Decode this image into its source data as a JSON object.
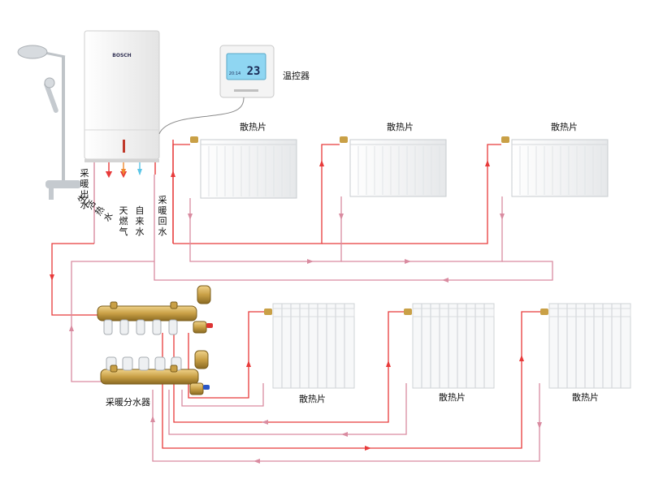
{
  "labels": {
    "thermostat": "温控器",
    "radiator": "散热片",
    "manifold": "采暖分水器",
    "heating_out": "采暖出水",
    "hot_water": "生活热水",
    "gas": "天燃气",
    "tap_water": "自来水",
    "heating_return": "采暖回水"
  },
  "thermostat_display": {
    "temperature": "23",
    "small_text": "20:14"
  },
  "boiler_brand": "BOSCH",
  "colors": {
    "supply_pipe": "#e83a3a",
    "return_pipe": "#d98ba0",
    "gas_arrow": "#f08a30",
    "water_arrow": "#5cc6e8",
    "brass": "#c9a046",
    "radiator": "#f3f4f6",
    "boiler": "#f1f1f1",
    "lcd": "#8fd6f2"
  }
}
